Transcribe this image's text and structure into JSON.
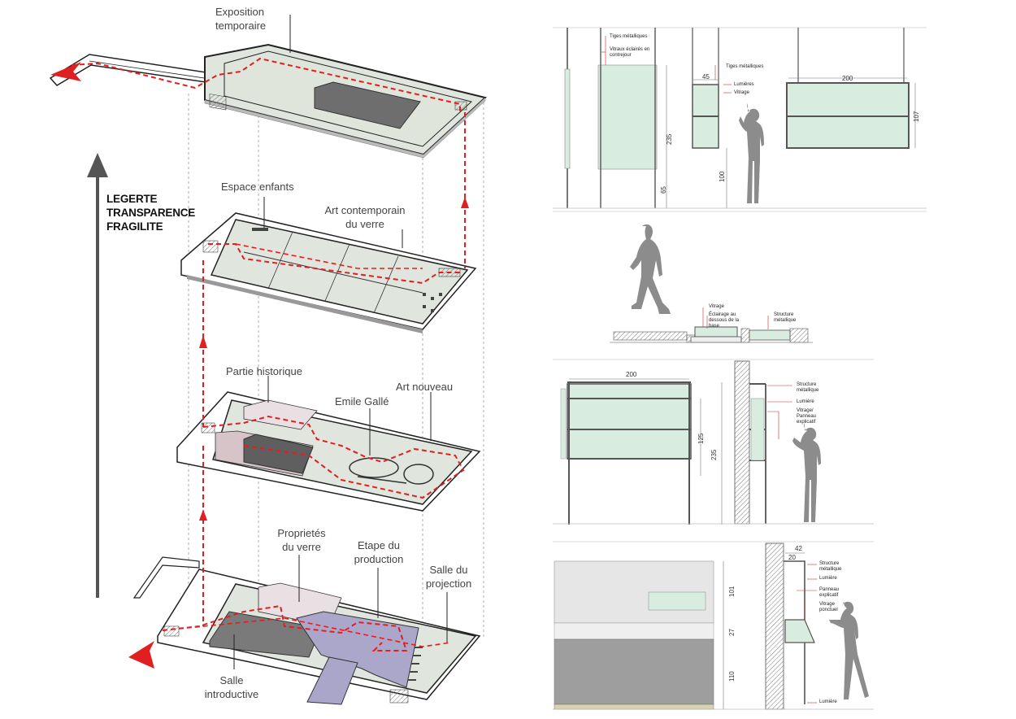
{
  "left_diagram": {
    "floor_labels": {
      "top": "Exposition temporaire",
      "top_line1": "Exposition",
      "top_line2": "temporaire",
      "enfants": "Espace enfants",
      "contemporain_line1": "Art contemporain",
      "contemporain_line2": "du verre",
      "historique": "Partie historique",
      "galle": "Emile Gallé",
      "nouveau": "Art nouveau",
      "proprietes_line1": "Proprietés",
      "proprietes_line2": "du verre",
      "etape_line1": "Etape du",
      "etape_line2": "production",
      "salle_proj_line1": "Salle du",
      "salle_proj_line2": "projection",
      "salle_intro_line1": "Salle",
      "salle_intro_line2": "introductive"
    },
    "arrow_text": [
      "LEGERTE",
      "TRANSPARENCE",
      "FRAGILITE"
    ],
    "colors": {
      "path_red": "#e02020",
      "arrow_grey": "#555555",
      "floor_fill": "#dde3d8",
      "purple_zone": "#a9a6c9",
      "dark_zone": "#6b6b6b"
    }
  },
  "right_details": {
    "section1": {
      "tiges_1": "Tiges métalliques",
      "vitraux": "Vitraux éclairés en contrejour",
      "tiges_2": "Tiges métalliques",
      "lumieres": "Lumières",
      "vitrage": "Vitrage",
      "dim_45": "45",
      "dim_200": "200",
      "dim_107": "107",
      "dim_235": "235",
      "dim_65": "65",
      "dim_100": "100"
    },
    "section2": {
      "vitrage": "Vitrage",
      "eclairage": "Éclairage au dessous de la base",
      "structure": "Structure métallique"
    },
    "section3": {
      "dim_200": "200",
      "dim_125": "125",
      "dim_235": "235",
      "structure": "Structure métallique",
      "lumiere": "Lumière",
      "vitrage_panneau": "Vitrage/ Panneau explicatif"
    },
    "section4": {
      "dim_42": "42",
      "dim_20": "20",
      "dim_101": "101",
      "dim_27": "27",
      "dim_110": "110",
      "structure": "Structure métallique",
      "lumiere_top": "Lumière",
      "panneau": "Panneau explicatif",
      "vitrage_ponctuel": "Vitrage ponctuel",
      "lumiere_bottom": "Lumière"
    },
    "colors": {
      "glass": "#d9ece0",
      "figure": "#8c8c8c",
      "leader_red": "#c0302a"
    }
  }
}
